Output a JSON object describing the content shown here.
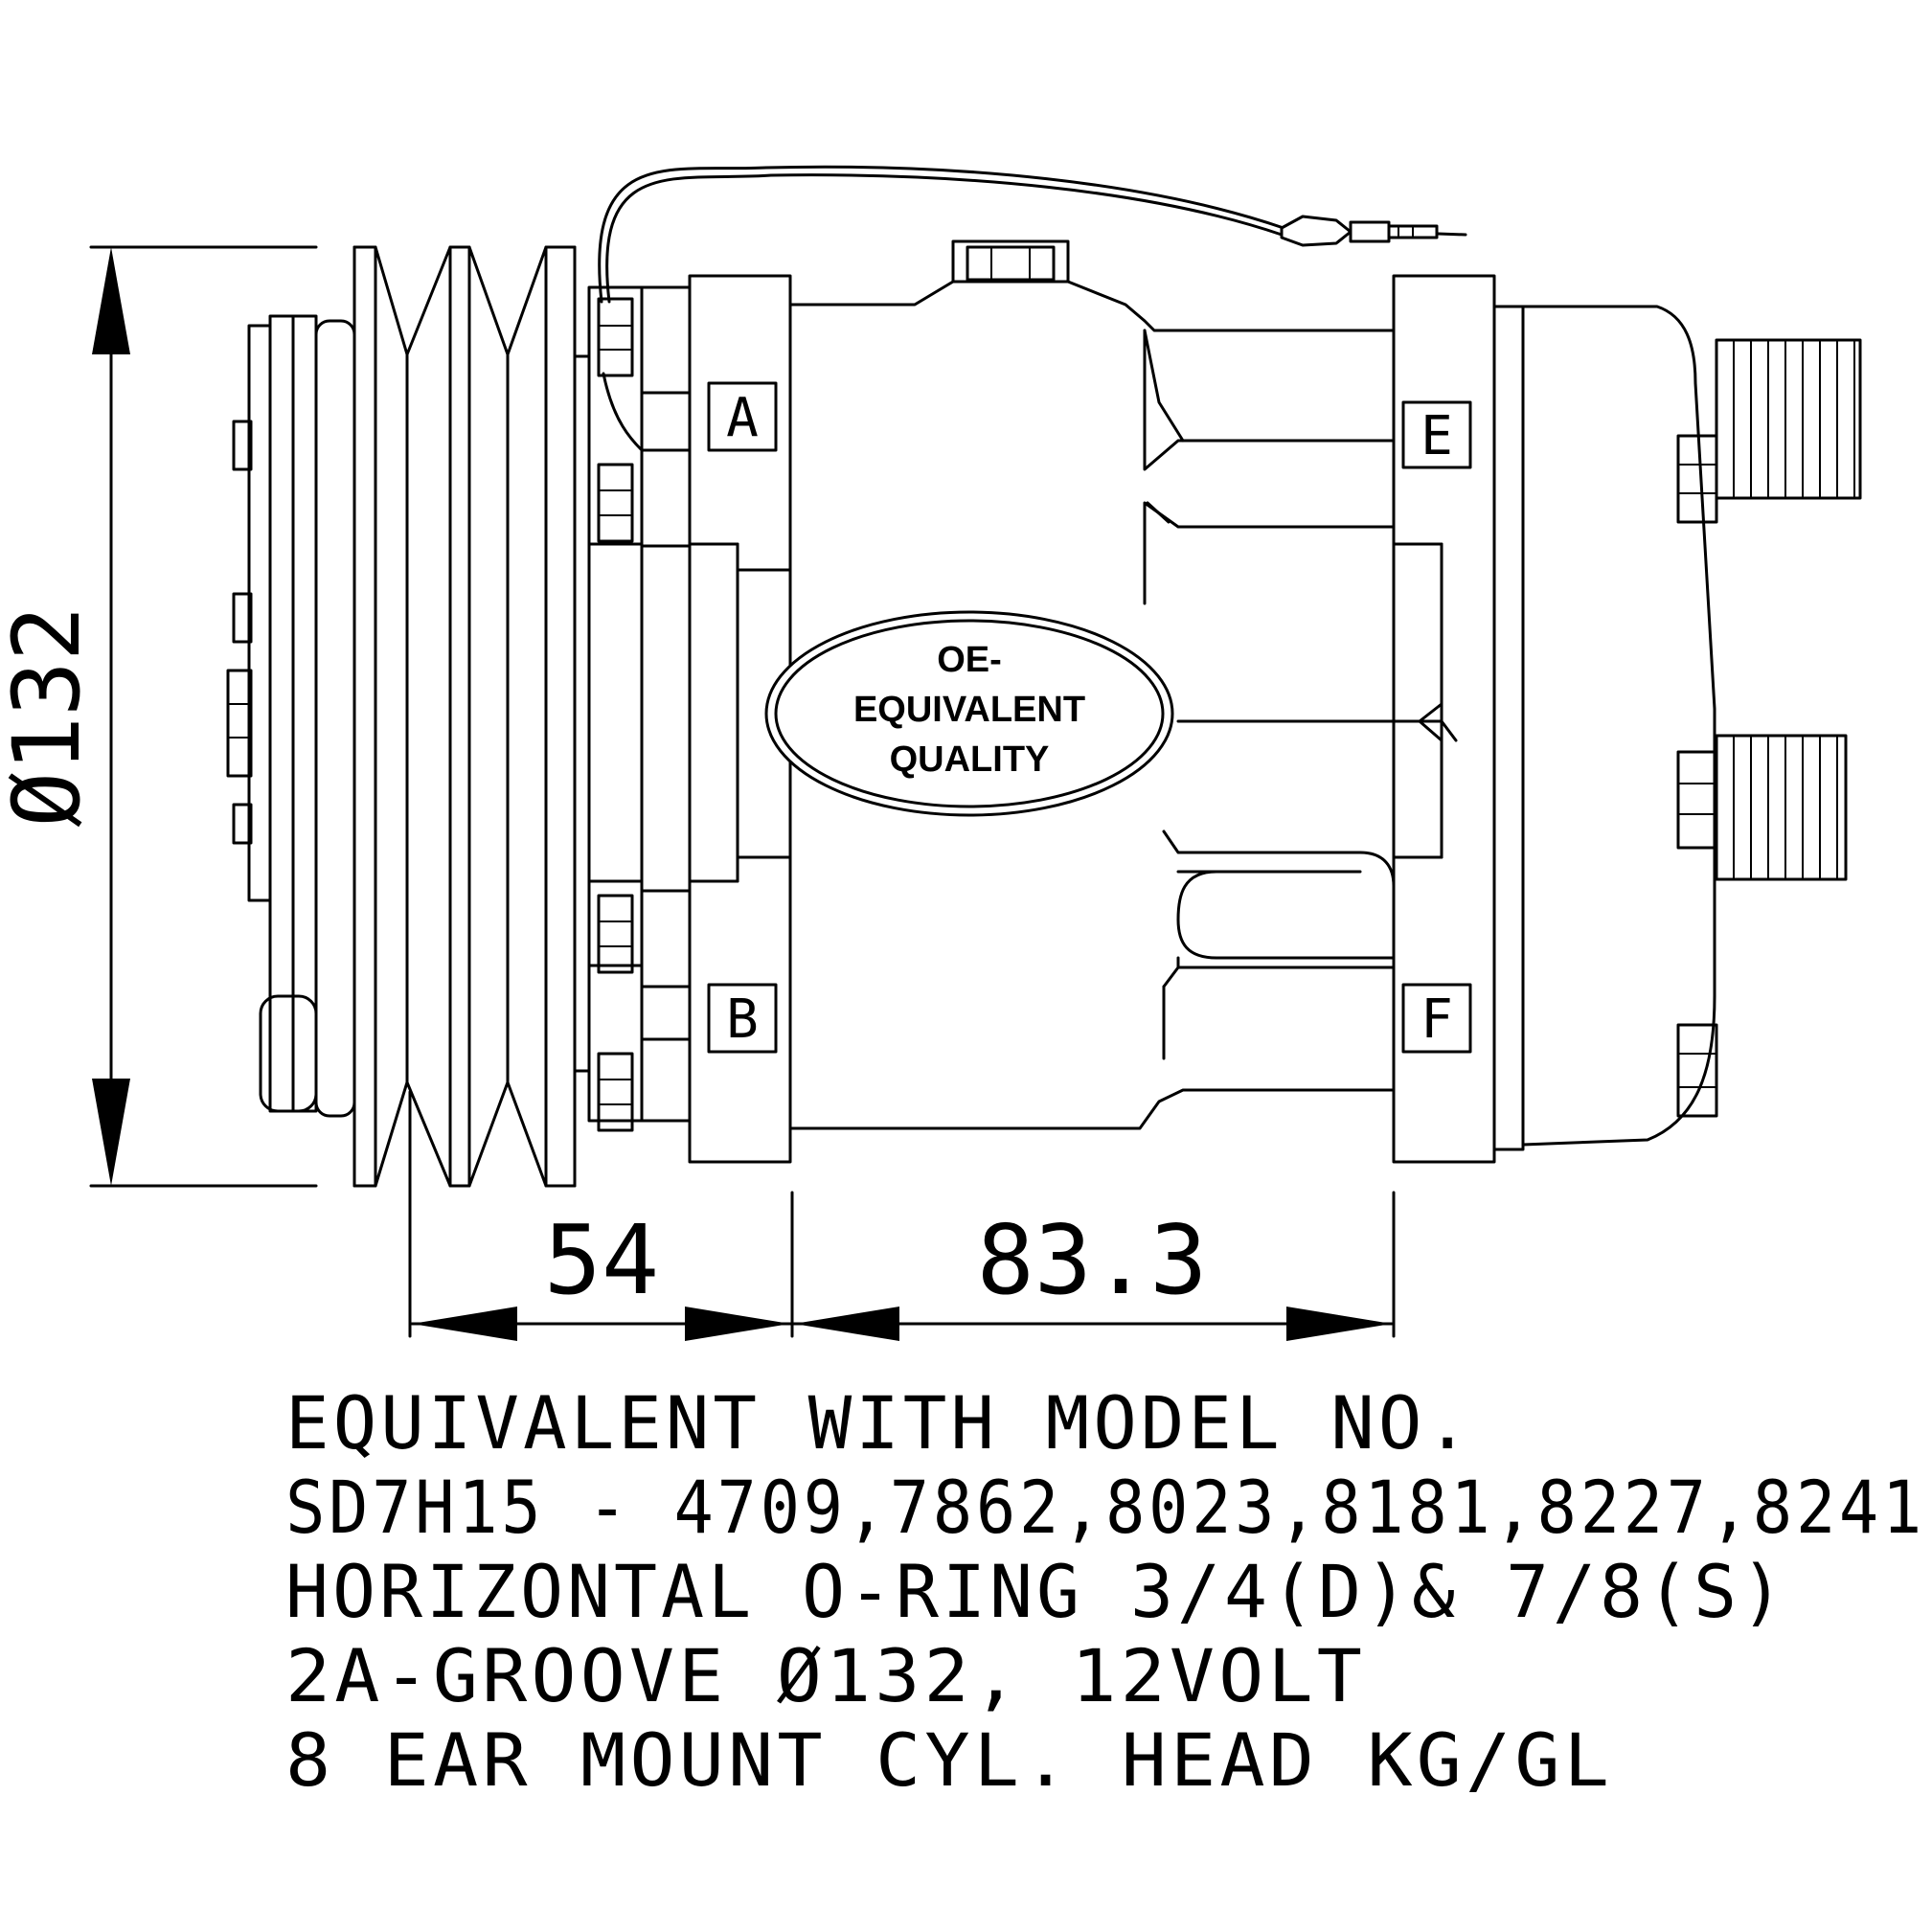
{
  "dimensions": {
    "diameter": "Ø132",
    "length_left": "54",
    "length_right": "83.3"
  },
  "badge": {
    "line1": "OE-",
    "line2": "EQUIVALENT",
    "line3": "QUALITY"
  },
  "port_labels": {
    "a": "A",
    "b": "B",
    "e": "E",
    "f": "F"
  },
  "specs": [
    "EQUIVALENT WITH MODEL NO.",
    "SD7H15 - 4709,7862,8023,8181,8227,8241",
    "HORIZONTAL O-RING 3/4(D)& 7/8(S)",
    "2A-GROOVE Ø132, 12VOLT",
    "8 EAR MOUNT CYL. HEAD KG/GL"
  ]
}
